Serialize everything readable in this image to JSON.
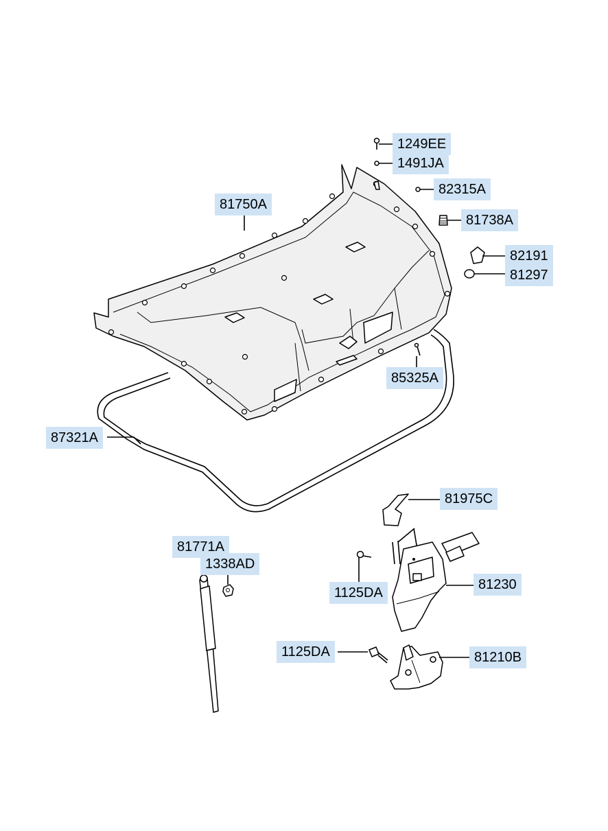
{
  "diagram": {
    "labels": {
      "l_1249EE": "1249EE",
      "l_1491JA": "1491JA",
      "l_82315A": "82315A",
      "l_81738A": "81738A",
      "l_82191": "82191",
      "l_81297": "81297",
      "l_81750A": "81750A",
      "l_85325A": "85325A",
      "l_87321A": "87321A",
      "l_81975C": "81975C",
      "l_81771A": "81771A",
      "l_1338AD": "1338AD",
      "l_1125DA_a": "1125DA",
      "l_81230": "81230",
      "l_1125DA_b": "1125DA",
      "l_81210B": "81210B"
    },
    "colors": {
      "label_bg": "#cfe3f5",
      "line": "#000000",
      "part_fill": "#f0f0f0"
    }
  }
}
